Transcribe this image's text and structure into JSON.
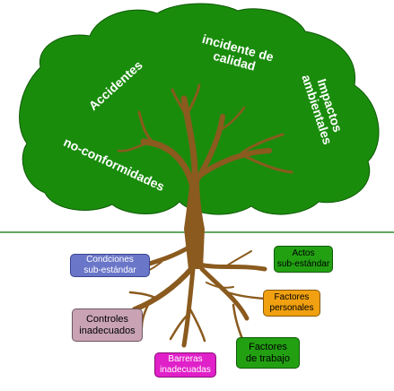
{
  "crown_labels": {
    "accidentes": "Accidentes",
    "incidente": "incidente de\ncalidad",
    "impactos": "Impactos\nambientales",
    "no_conformidades": "no-conformidades"
  },
  "root_boxes": {
    "condiciones": "Condciones\nsub-estándar",
    "controles": "Controles\ninadecuados",
    "barreras": "Barreras\ninadecuadas",
    "actos": "Actos\nsub-estándar",
    "factores_personales": "Factores\npersonales",
    "factores_trabajo": "Factores\nde trabajo"
  },
  "colors": {
    "crown": "#1a8c0c",
    "trunk": "#8a5a1e",
    "ground_line": "#2e8b2e",
    "box_blue": "#6a76c8",
    "box_mauve": "#c9a3b4",
    "box_magenta": "#e020c8",
    "box_green": "#22a012",
    "box_orange": "#f0a010"
  }
}
